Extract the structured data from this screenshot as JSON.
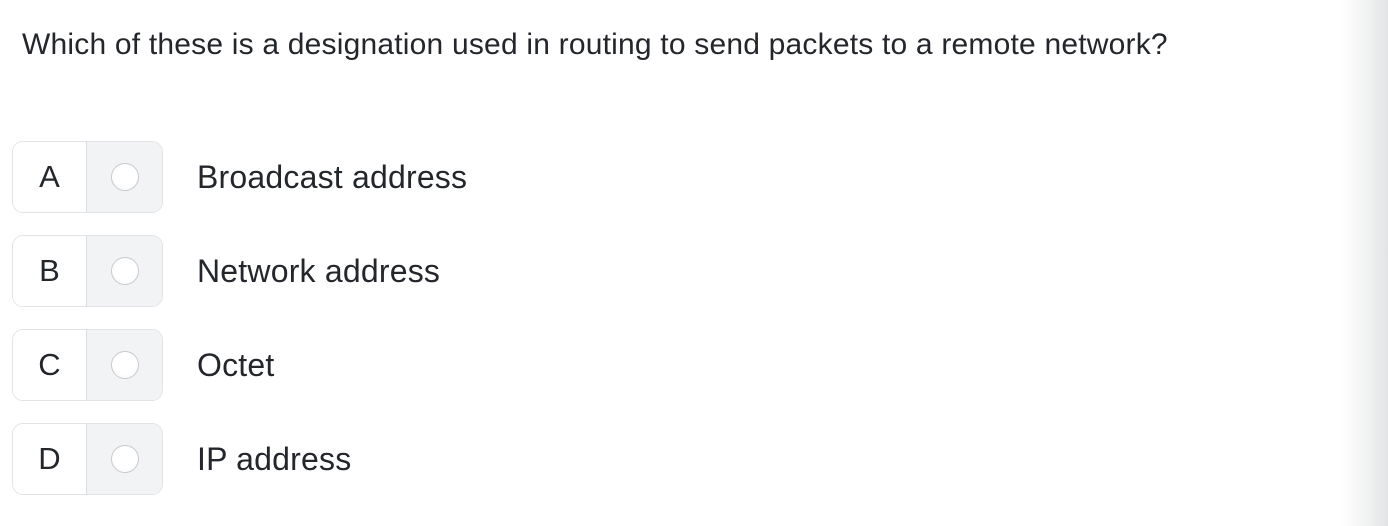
{
  "question": {
    "text": "Which of these is a designation used in routing to send packets to a remote network?"
  },
  "options": [
    {
      "letter": "A",
      "label": "Broadcast address",
      "selected": false
    },
    {
      "letter": "B",
      "label": "Network address",
      "selected": false
    },
    {
      "letter": "C",
      "label": "Octet",
      "selected": false
    },
    {
      "letter": "D",
      "label": "IP address",
      "selected": false
    }
  ],
  "colors": {
    "text": "#23262b",
    "badge_border": "#e2e3e7",
    "badge_divider": "#dcdde1",
    "radio_cell_bg": "#f2f3f5",
    "radio_border": "#c8c9ce",
    "scroll_edge": "#e2e3e5",
    "background": "#ffffff"
  }
}
